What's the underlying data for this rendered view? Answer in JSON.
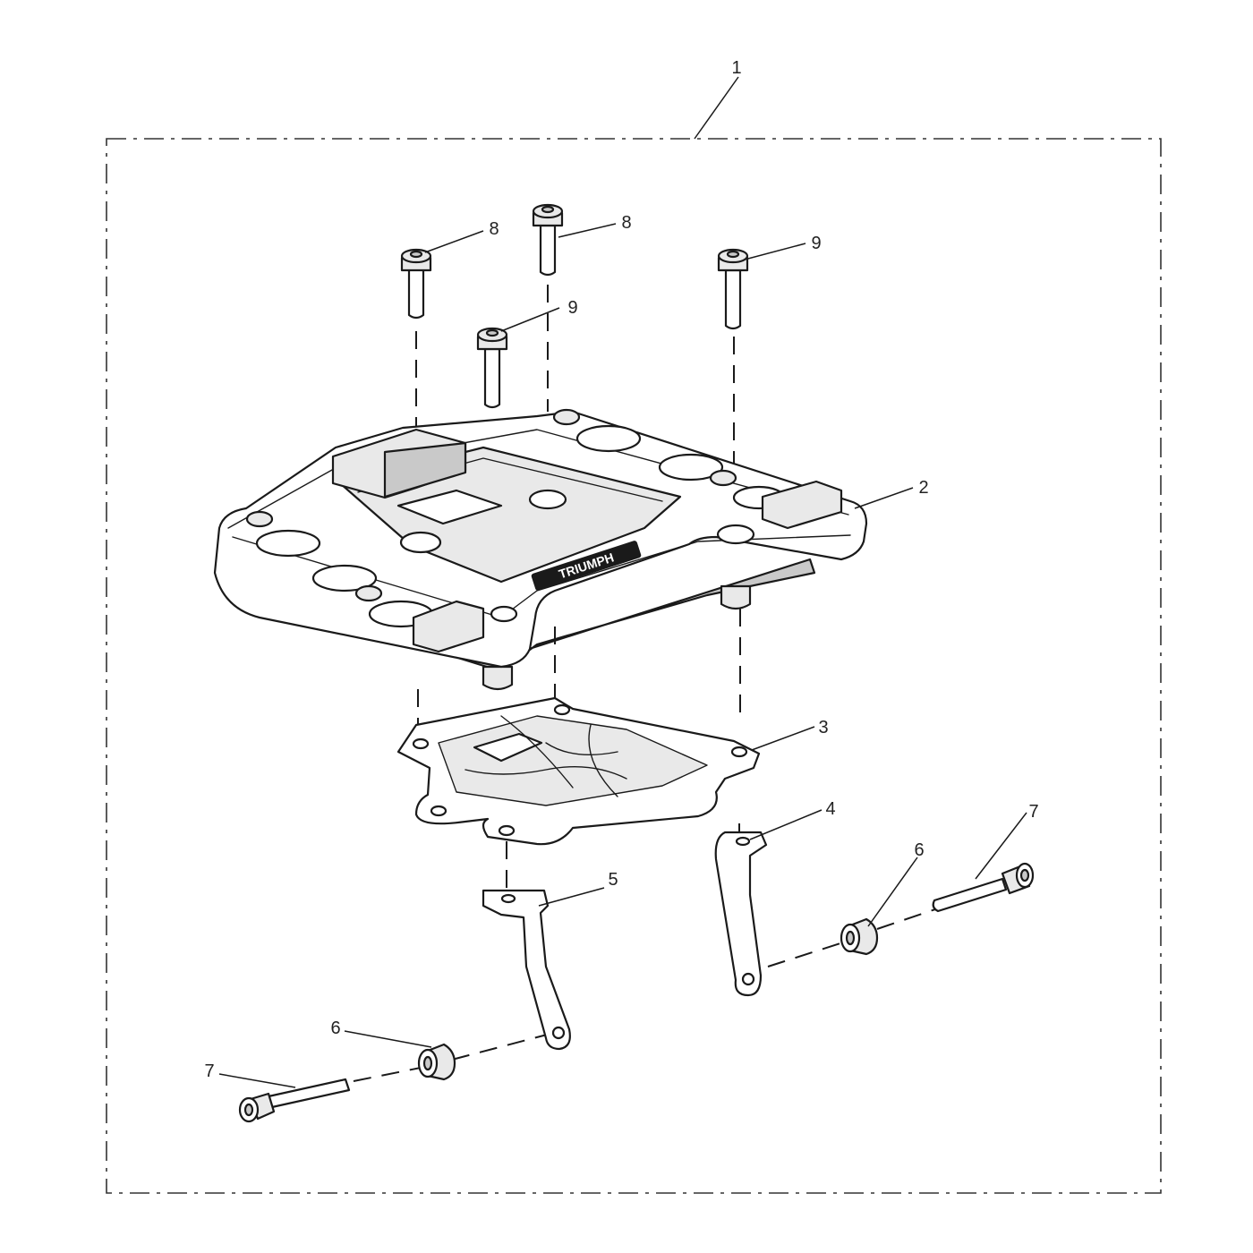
{
  "diagram": {
    "callouts": [
      {
        "id": "c1",
        "label": "1"
      },
      {
        "id": "c2",
        "label": "2"
      },
      {
        "id": "c3",
        "label": "3"
      },
      {
        "id": "c4",
        "label": "4"
      },
      {
        "id": "c5",
        "label": "5"
      },
      {
        "id": "c6a",
        "label": "6"
      },
      {
        "id": "c6b",
        "label": "6"
      },
      {
        "id": "c7a",
        "label": "7"
      },
      {
        "id": "c7b",
        "label": "7"
      },
      {
        "id": "c8a",
        "label": "8"
      },
      {
        "id": "c8b",
        "label": "8"
      },
      {
        "id": "c9a",
        "label": "9"
      },
      {
        "id": "c9b",
        "label": "9"
      }
    ],
    "logo_text": "TRIUMPH"
  }
}
